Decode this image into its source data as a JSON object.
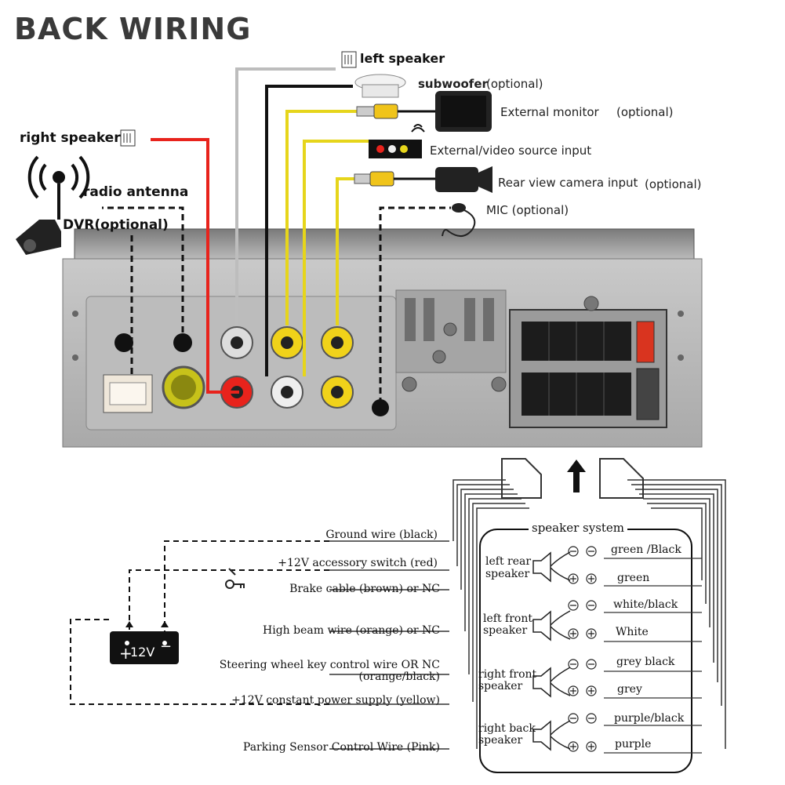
{
  "title": "BACK WIRING",
  "top_labels": {
    "left_speaker": "left speaker",
    "subwoofer": "subwoofer",
    "subwoofer_opt": "(optional)",
    "external_monitor": "External monitor",
    "external_monitor_opt": "(optional)",
    "video_source": "External/video source input",
    "rear_camera": "Rear view camera input",
    "rear_camera_opt": "(optional)",
    "mic": "MIC (optional)",
    "right_speaker": "right speaker",
    "radio_antenna": "radio antenna",
    "dvr": "DVR(optional)"
  },
  "wire_labels": [
    "Ground wire (black)",
    "+12V accessory switch (red)",
    "Brake cable (brown) or NC",
    "High beam wire (orange) or NC",
    "Steering wheel key control wire OR NC",
    "(orange/black)",
    "+12V constant power supply (yellow)",
    "Parking Sensor Control Wire (Pink)"
  ],
  "battery_label": "12V",
  "speaker_system": {
    "title": "speaker system",
    "groups": [
      {
        "name_line1": "left rear",
        "name_line2": "speaker",
        "neg": "green /Black",
        "pos": "green"
      },
      {
        "name_line1": "left front",
        "name_line2": "speaker",
        "neg": "white/black",
        "pos": "White"
      },
      {
        "name_line1": "right front",
        "name_line2": "speaker",
        "neg": "grey black",
        "pos": "grey"
      },
      {
        "name_line1": "right back",
        "name_line2": "speaker",
        "neg": "purple/black",
        "pos": "purple"
      }
    ]
  },
  "colors": {
    "red_wire": "#e8231c",
    "yellow_wire": "#e6d51b",
    "black_wire": "#111111",
    "grey_wire": "#bdbdbd",
    "panel": "#b9b9b9",
    "panel_dark": "#8c8c8c"
  }
}
